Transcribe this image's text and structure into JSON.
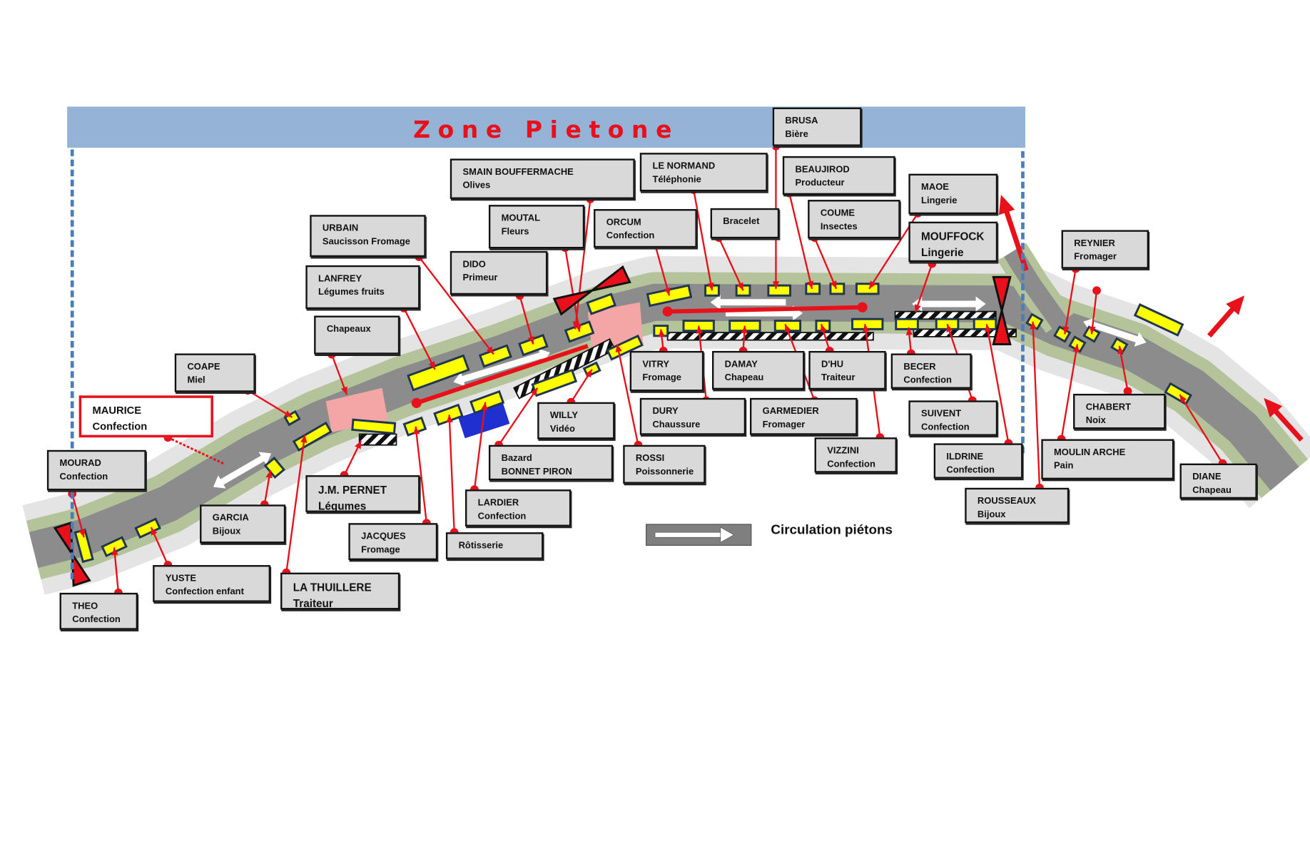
{
  "title": "Zone Pietone",
  "legend": {
    "label": "Circulation piétons",
    "icon": "white-arrow-icon"
  },
  "colors": {
    "banner": "#95b3d7",
    "title": "#e8101a",
    "stall": "#ffff00",
    "leader": "#e8101a",
    "box": "#d9d9d9",
    "dash": "#4a7ebb"
  },
  "vendors": [
    {
      "name": "BRUSA",
      "type": "Bière"
    },
    {
      "name": "SMAIN BOUFFERMACHE",
      "type": "Olives"
    },
    {
      "name": "LE NORMAND",
      "type": "Téléphonie"
    },
    {
      "name": "BEAUJIROD",
      "type": "Producteur"
    },
    {
      "name": "MOUTAL",
      "type": "Fleurs"
    },
    {
      "name": "ORCUM",
      "type": "Confection"
    },
    {
      "name": "Bracelet",
      "type": ""
    },
    {
      "name": "COUME",
      "type": "Insectes"
    },
    {
      "name": "MAOE",
      "type": "Lingerie"
    },
    {
      "name": "MOUFFOCK",
      "type": "Lingerie"
    },
    {
      "name": "URBAIN",
      "type": "Saucisson Fromage"
    },
    {
      "name": "LANFREY",
      "type": "Légumes fruits"
    },
    {
      "name": "DIDO",
      "type": "Primeur"
    },
    {
      "name": "Chapeaux",
      "type": ""
    },
    {
      "name": "REYNIER",
      "type": "Fromager"
    },
    {
      "name": "COAPE",
      "type": "Miel"
    },
    {
      "name": "MAURICE",
      "type": "Confection"
    },
    {
      "name": "VITRY",
      "type": "Fromage"
    },
    {
      "name": "DAMAY",
      "type": "Chapeau"
    },
    {
      "name": "D'HU",
      "type": "Traiteur"
    },
    {
      "name": "BECER",
      "type": "Confection"
    },
    {
      "name": "WILLY",
      "type": "Vidéo"
    },
    {
      "name": "DURY",
      "type": "Chaussure"
    },
    {
      "name": "GARMEDIER",
      "type": "Fromager"
    },
    {
      "name": "SUIVENT",
      "type": "Confection"
    },
    {
      "name": "CHABERT",
      "type": "Noix"
    },
    {
      "name": "MOURAD",
      "type": "Confection"
    },
    {
      "name": "Bazard",
      "type": "BONNET PIRON"
    },
    {
      "name": "ROSSI",
      "type": "Poissonnerie"
    },
    {
      "name": "VIZZINI",
      "type": "Confection"
    },
    {
      "name": "ILDRINE",
      "type": "Confection"
    },
    {
      "name": "MOULIN ARCHE",
      "type": "Pain"
    },
    {
      "name": "DIANE",
      "type": "Chapeau"
    },
    {
      "name": "J.M. PERNET",
      "type": "Légumes"
    },
    {
      "name": "GARCIA",
      "type": "Bijoux"
    },
    {
      "name": "LARDIER",
      "type": "Confection"
    },
    {
      "name": "ROUSSEAUX",
      "type": "Bijoux"
    },
    {
      "name": "JACQUES",
      "type": "Fromage"
    },
    {
      "name": "Rôtisserie",
      "type": ""
    },
    {
      "name": "YUSTE",
      "type": "Confection enfant"
    },
    {
      "name": "LA THUILLERE",
      "type": "Traiteur"
    },
    {
      "name": "THEO",
      "type": "Confection"
    }
  ]
}
